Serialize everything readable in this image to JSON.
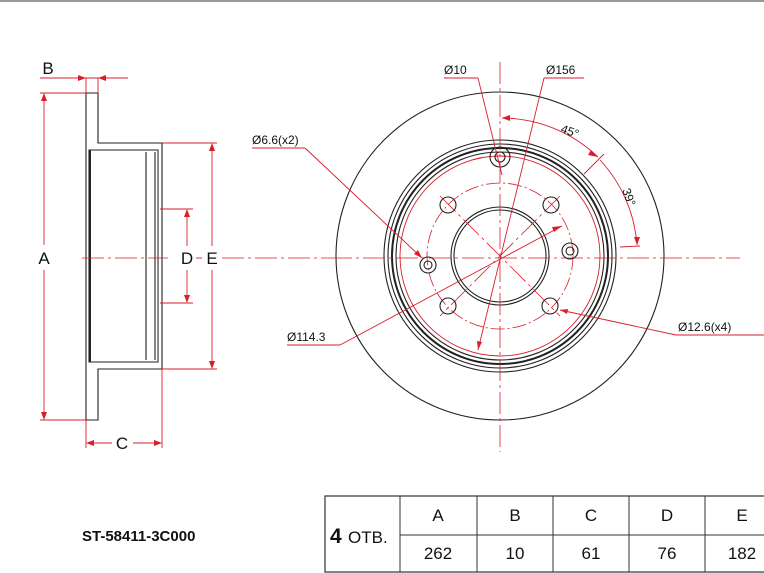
{
  "side_view": {
    "labels": {
      "a": "A",
      "b": "B",
      "c": "C",
      "d": "D",
      "e": "E"
    }
  },
  "front_view": {
    "callouts": {
      "hole_small": "Ø10",
      "outer_ring": "Ø156",
      "locating_holes": "Ø6.6(x2)",
      "bolt_circle": "Ø114.3",
      "bolt_holes": "Ø12.6(x4)",
      "angle_1": "45°",
      "angle_2": "39°"
    }
  },
  "part_number": "ST-58411-3C000",
  "spec_table": {
    "holes_label_num": "4",
    "holes_label_text": "ОТВ.",
    "headers": [
      "A",
      "B",
      "C",
      "D",
      "E"
    ],
    "values": [
      "262",
      "10",
      "61",
      "76",
      "182"
    ]
  },
  "colors": {
    "dimension": "#d81e2a",
    "outline": "#222222"
  }
}
